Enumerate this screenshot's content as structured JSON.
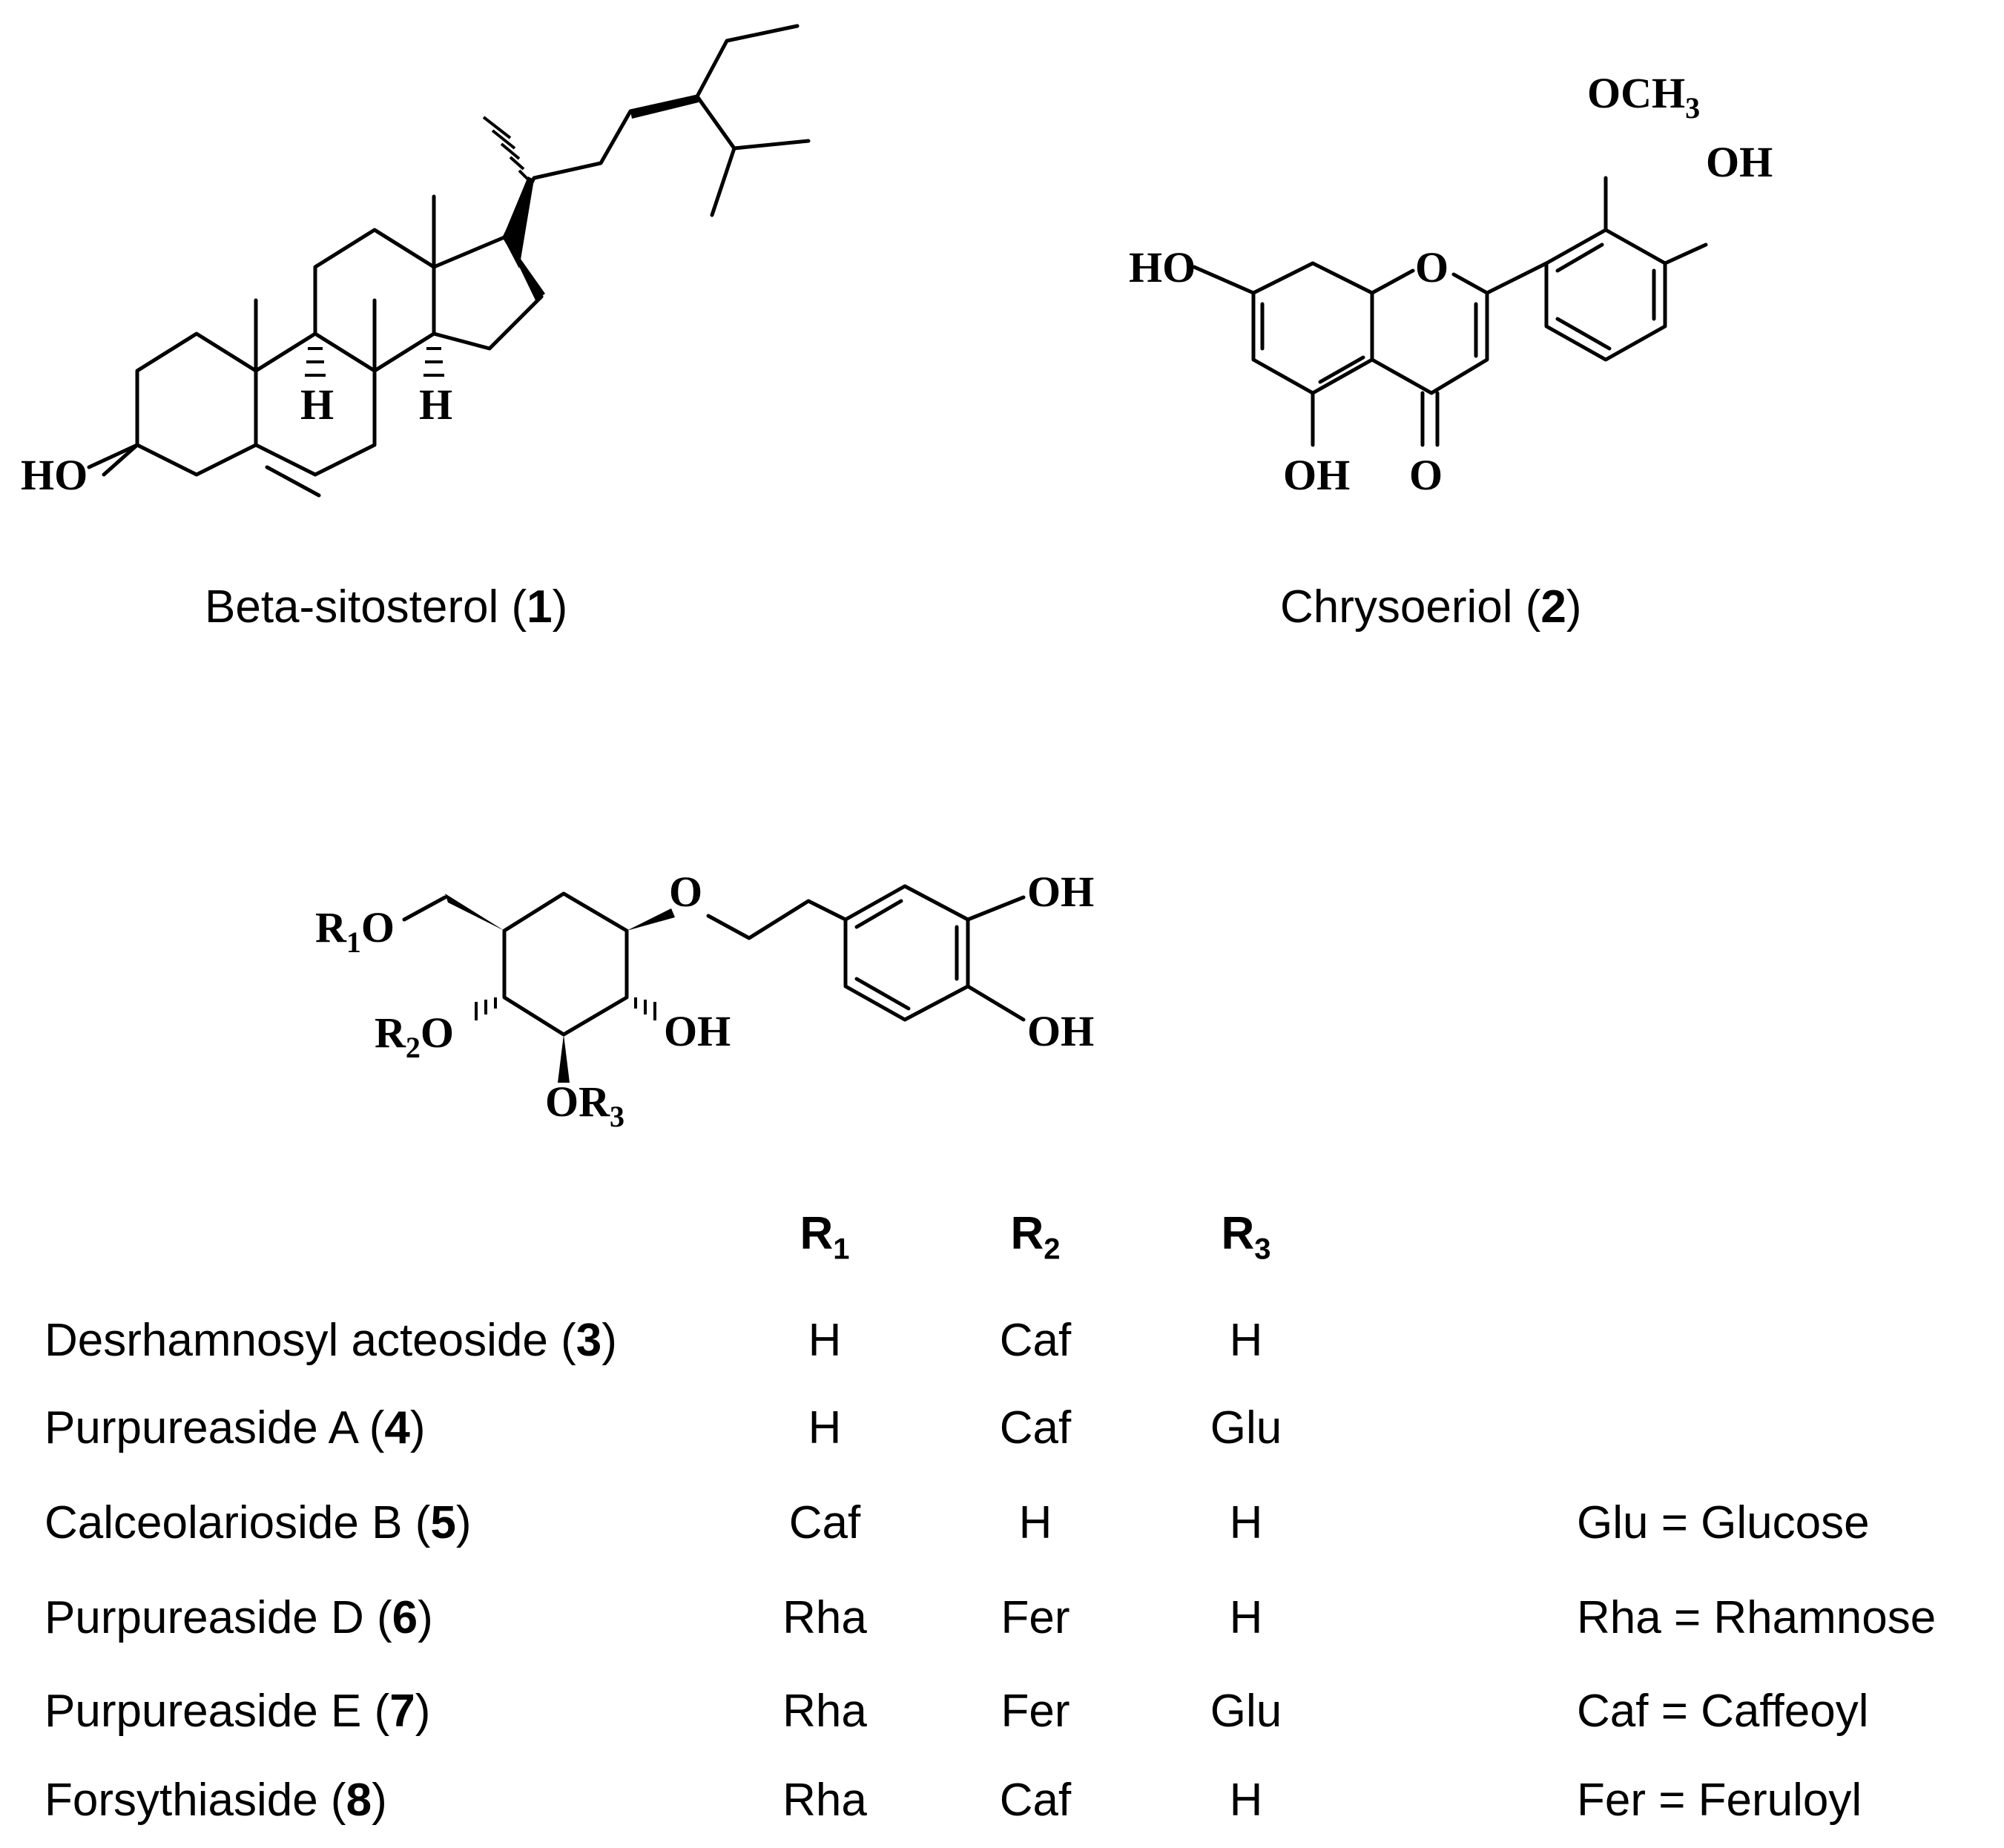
{
  "structures": {
    "sitosterol": {
      "name": "Beta-sitosterol",
      "number": "1",
      "labels": {
        "ho": "HO",
        "h_left": "H",
        "h_right": "H"
      }
    },
    "chrysoeriol": {
      "name": "Chrysoeriol",
      "number": "2",
      "labels": {
        "ho": "HO",
        "ring_o": "O",
        "och3": "OCH",
        "och3_sub": "3",
        "oh_top": "OH",
        "oh_bottom": "OH",
        "carbonyl_o": "O"
      }
    },
    "glycoside": {
      "labels": {
        "r1_base": "R",
        "r1_sub": "1",
        "r1_o": "O",
        "r2_base": "R",
        "r2_sub": "2",
        "r2_o": "O",
        "r3_o": "O",
        "r3_base": "R",
        "r3_sub": "3",
        "ether_o": "O",
        "ring_oh": "OH",
        "oh_top": "OH",
        "oh_bottom": "OH"
      }
    }
  },
  "table": {
    "headers": [
      {
        "base": "R",
        "sub": "1"
      },
      {
        "base": "R",
        "sub": "2"
      },
      {
        "base": "R",
        "sub": "3"
      }
    ],
    "rows": [
      {
        "name": "Desrhamnosyl acteoside",
        "number": "3",
        "r1": "H",
        "r2": "Caf",
        "r3": "H"
      },
      {
        "name": "Purpureaside A",
        "number": "4",
        "r1": "H",
        "r2": "Caf",
        "r3": "Glu"
      },
      {
        "name": "Calceolarioside B",
        "number": "5",
        "r1": "Caf",
        "r2": "H",
        "r3": "H"
      },
      {
        "name": "Purpureaside D",
        "number": "6",
        "r1": "Rha",
        "r2": "Fer",
        "r3": "H"
      },
      {
        "name": "Purpureaside E",
        "number": "7",
        "r1": "Rha",
        "r2": "Fer",
        "r3": "Glu"
      },
      {
        "name": "Forsythiaside",
        "number": "8",
        "r1": "Rha",
        "r2": "Caf",
        "r3": "H"
      }
    ]
  },
  "legend": [
    "Glu = Glucose",
    "Rha = Rhamnose",
    "Caf = Caffeoyl",
    "Fer = Feruloyl"
  ]
}
